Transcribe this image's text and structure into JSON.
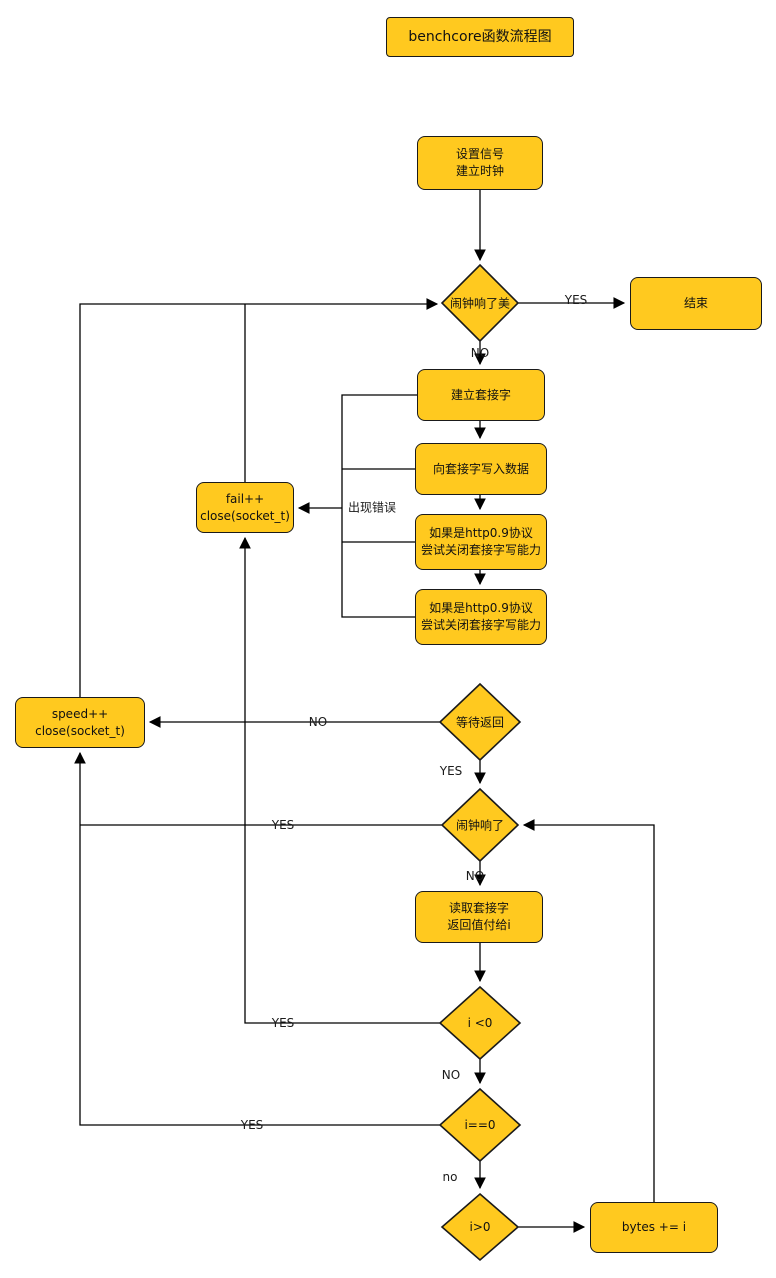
{
  "title": {
    "text": "benchcore函数流程图"
  },
  "nodes": {
    "start": "设置信号\n建立时钟",
    "alarm_check_1": "闹钟响了美",
    "end": "结束",
    "create_socket": "建立套接字",
    "write_socket": "向套接字写入数据",
    "http09_close_a": "如果是http0.9协议\n尝试关闭套接字写能力",
    "http09_close_b": "如果是http0.9协议\n尝试关闭套接字写能力",
    "fail_close": "fail++\nclose(socket_t)",
    "wait_return": "等待返回",
    "speed_close": "speed++\nclose(socket_t)",
    "alarm_check_2": "闹钟响了",
    "read_socket": "读取套接字\n返回值付给i",
    "i_lt_0": "i <0",
    "i_eq_0": "i==0",
    "i_gt_0": "i>0",
    "bytes_add": "bytes += i"
  },
  "edge_labels": {
    "alarm1_yes": "YES",
    "alarm1_no": "NO",
    "error": "出现错误",
    "wait_no": "NO",
    "wait_yes": "YES",
    "alarm2_yes": "YES",
    "alarm2_no": "NO",
    "i_lt0_yes": "YES",
    "i_lt0_no": "NO",
    "i_eq0_yes": "YES",
    "i_eq0_no": "no"
  },
  "colors": {
    "node_fill": "#FFC91F",
    "node_stroke": "#1A1A1A",
    "line": "#000000",
    "background": "#FFFFFF"
  }
}
